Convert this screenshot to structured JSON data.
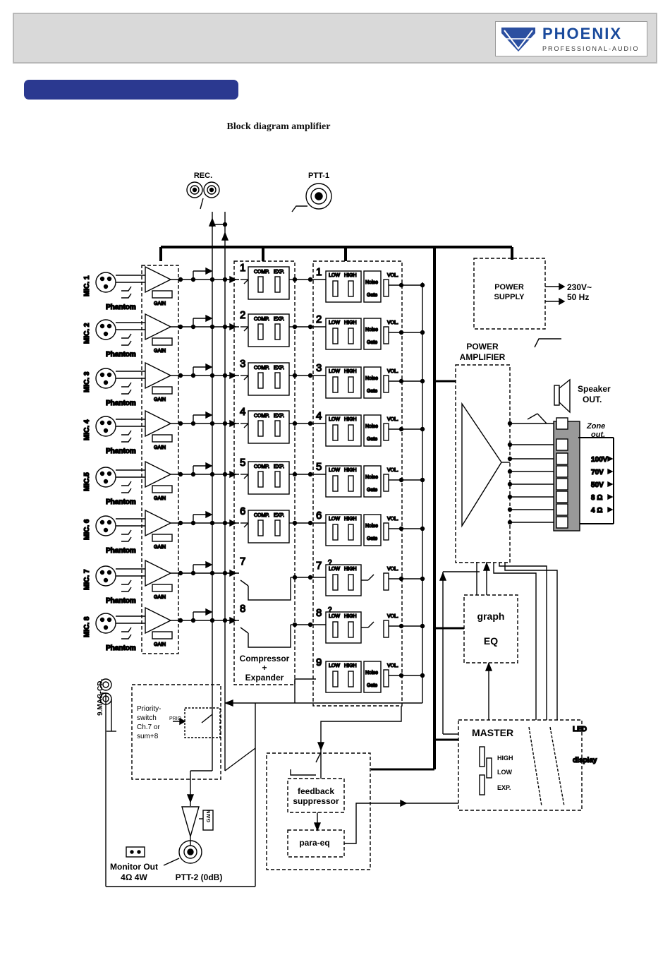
{
  "header": {
    "brand": "PHOENIX",
    "brand_sub": "PROFESSIONAL-AUDIO"
  },
  "caption": "Block diagram amplifier",
  "top": {
    "rec": "REC.",
    "ptt1": "PTT-1"
  },
  "mics": [
    "MIC. 1",
    "MIC. 2",
    "MIC. 3",
    "MIC. 4",
    "MIC.5",
    "MIC. 6",
    "MIC. 7",
    "MIC. 8"
  ],
  "phantom": "Phantom",
  "gain": "GAIN",
  "comp": "COMP.",
  "exp": "EXP.",
  "low": "LOW",
  "high": "HIGH",
  "noise": "Noise",
  "gate": "Gate",
  "vol": "VOL.",
  "comp_nums": [
    "1",
    "2",
    "3",
    "4",
    "5",
    "6",
    "7",
    "8"
  ],
  "eq_nums": [
    "1",
    "2",
    "3",
    "4",
    "5",
    "6",
    "7",
    "8",
    "9"
  ],
  "qmark": "?",
  "compressor_label": [
    "Compressor",
    "+",
    "Expander"
  ],
  "power_supply": [
    "POWER",
    "SUPPLY"
  ],
  "mains": [
    "230V~",
    "50 Hz"
  ],
  "power_amp": [
    "POWER",
    "AMPLIFIER"
  ],
  "speaker": [
    "Speaker",
    "OUT."
  ],
  "zone": [
    "Zone",
    "out."
  ],
  "taps": [
    "100V",
    "70V",
    "50V",
    "8 Ω",
    "4 Ω"
  ],
  "graph_eq": [
    "graph",
    "EQ"
  ],
  "master": "MASTER",
  "master_ctrl": [
    "HIGH",
    "LOW",
    "EXP."
  ],
  "led": [
    "LED",
    "display"
  ],
  "mag": "9.MAG-CD.",
  "priority": [
    "Priority-",
    "switch",
    "Ch.7 or",
    "sum+8"
  ],
  "prio": "PRIO.",
  "feedback": [
    "feedback",
    "suppressor"
  ],
  "paraeq": "para-eq",
  "monitor": [
    "Monitor Out",
    "4Ω 4W"
  ],
  "ptt2": "PTT-2 (0dB)"
}
